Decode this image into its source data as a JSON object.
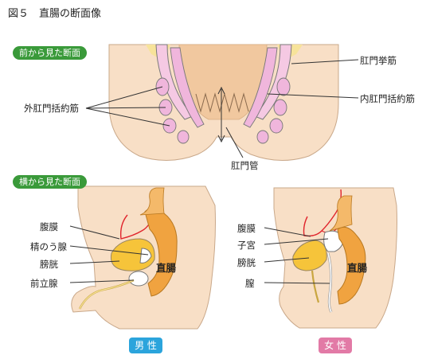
{
  "title": "図５　直腸の断面像",
  "sections": {
    "front": "前から見た断面",
    "side": "横から見た断面"
  },
  "front_labels": {
    "levator": "肛門挙筋",
    "internal_sphincter": "内肛門括約筋",
    "external_sphincter": "外肛門括約筋",
    "anal_canal": "肛門管"
  },
  "male_labels": {
    "peritoneum": "腹膜",
    "seminal_vesicle": "精のう腺",
    "bladder": "膀胱",
    "prostate": "前立腺",
    "rectum": "直腸"
  },
  "female_labels": {
    "peritoneum": "腹膜",
    "uterus": "子宮",
    "bladder": "膀胱",
    "vagina": "膣",
    "rectum": "直腸"
  },
  "gender": {
    "male": "男 性",
    "female": "女 性"
  },
  "colors": {
    "section_pill": "#3a9a3a",
    "male_badge": "#2ba4dc",
    "female_badge": "#e27aa6",
    "skin": "#f7dcc0",
    "muscle_pink": "#f0b6dc",
    "fat_yellow": "#f7e39a",
    "rectum_orange": "#f0a340",
    "peritoneum_red": "#e0242c"
  }
}
